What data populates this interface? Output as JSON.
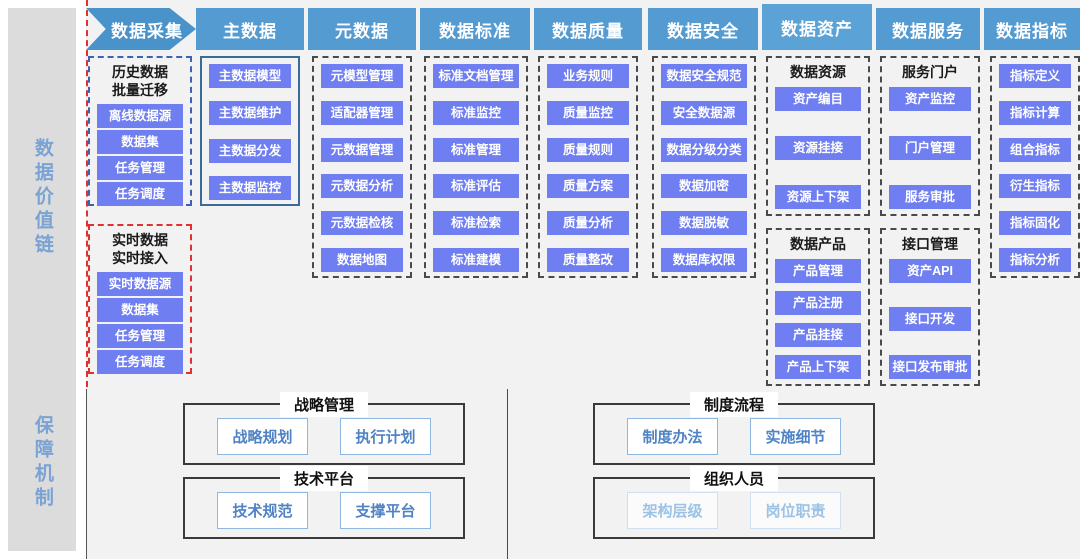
{
  "sidebar": {
    "bands": [
      {
        "label": "数据价值链"
      },
      {
        "label": "保障机制"
      }
    ]
  },
  "tabs": [
    {
      "label": "数据采集",
      "shape": "chevron",
      "active": true
    },
    {
      "label": "主数据",
      "shape": "rect",
      "active": false
    },
    {
      "label": "元数据",
      "shape": "rect",
      "active": false
    },
    {
      "label": "数据标准",
      "shape": "rect",
      "active": false
    },
    {
      "label": "数据质量",
      "shape": "rect",
      "active": false
    },
    {
      "label": "数据安全",
      "shape": "rect",
      "active": false
    },
    {
      "label": "数据资产",
      "shape": "rect",
      "active": true
    },
    {
      "label": "数据服务",
      "shape": "rect",
      "active": false
    },
    {
      "label": "数据指标",
      "shape": "rect",
      "active": false
    }
  ],
  "columns": [
    {
      "key": "collect",
      "groups": [
        {
          "title": "历史数据\n批量迁移",
          "border": "dashed-blue",
          "items": [
            "离线数据源",
            "数据集",
            "任务管理",
            "任务调度"
          ]
        },
        {
          "title": "实时数据\n实时接入",
          "border": "dashed-red",
          "items": [
            "实时数据源",
            "数据集",
            "任务管理",
            "任务调度"
          ]
        }
      ]
    },
    {
      "key": "master-data",
      "groups": [
        {
          "title": "",
          "border": "solid",
          "items": [
            "主数据模型",
            "主数据维护",
            "主数据分发",
            "主数据监控"
          ]
        }
      ]
    },
    {
      "key": "metadata",
      "groups": [
        {
          "title": "",
          "border": "dashed",
          "items": [
            "元模型管理",
            "适配器管理",
            "元数据管理",
            "元数据分析",
            "元数据检核",
            "数据地图"
          ]
        }
      ]
    },
    {
      "key": "data-standard",
      "groups": [
        {
          "title": "",
          "border": "dashed",
          "items": [
            "标准文档管理",
            "标准监控",
            "标准管理",
            "标准评估",
            "标准检索",
            "标准建模"
          ]
        }
      ]
    },
    {
      "key": "data-quality",
      "groups": [
        {
          "title": "",
          "border": "dashed",
          "items": [
            "业务规则",
            "质量监控",
            "质量规则",
            "质量方案",
            "质量分析",
            "质量整改"
          ]
        }
      ]
    },
    {
      "key": "data-security",
      "groups": [
        {
          "title": "",
          "border": "dashed",
          "items": [
            "数据安全规范",
            "安全数据源",
            "数据分级分类",
            "数据加密",
            "数据脱敏",
            "数据库权限"
          ]
        }
      ]
    },
    {
      "key": "data-asset",
      "groups": [
        {
          "title": "数据资源",
          "border": "dashed",
          "items": [
            "资产编目",
            "资源挂接",
            "资源上下架"
          ]
        },
        {
          "title": "数据产品",
          "border": "dashed",
          "items": [
            "产品管理",
            "产品注册",
            "产品挂接",
            "产品上下架"
          ]
        }
      ]
    },
    {
      "key": "data-service",
      "groups": [
        {
          "title": "服务门户",
          "border": "dashed",
          "items": [
            "资产监控",
            "门户管理",
            "服务审批"
          ]
        },
        {
          "title": "接口管理",
          "border": "dashed",
          "items": [
            "资产API",
            "接口开发",
            "接口发布审批"
          ]
        }
      ]
    },
    {
      "key": "data-indicator",
      "groups": [
        {
          "title": "",
          "border": "dashed",
          "items": [
            "指标定义",
            "指标计算",
            "组合指标",
            "衍生指标",
            "指标固化",
            "指标分析"
          ]
        }
      ]
    }
  ],
  "bottom": {
    "boxes": [
      {
        "key": "strategy",
        "title": "战略管理",
        "buttons": [
          "战略规划",
          "执行计划"
        ],
        "faded": false
      },
      {
        "key": "tech-platform",
        "title": "技术平台",
        "buttons": [
          "技术规范",
          "支撑平台"
        ],
        "faded": false
      },
      {
        "key": "policy-flow",
        "title": "制度流程",
        "buttons": [
          "制度办法",
          "实施细节"
        ],
        "faded": false
      },
      {
        "key": "organization",
        "title": "组织人员",
        "buttons": [
          "架构层级",
          "岗位职责"
        ],
        "faded": true
      }
    ]
  },
  "colors": {
    "tab_blue": "#549bd1",
    "item_indigo": "#6f7ef0",
    "sidebar_gray": "#dcdcdc",
    "panel_gray": "#f2f2f2",
    "accent_red": "#e03030",
    "outline_blue": "#8fb8e0"
  }
}
